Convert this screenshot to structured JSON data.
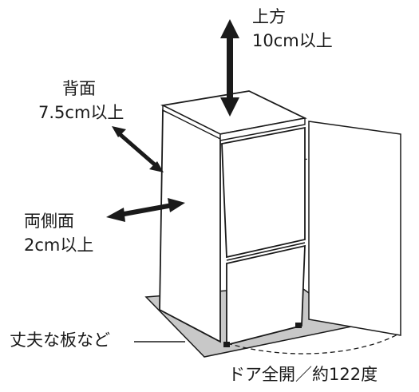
{
  "labels": {
    "top": {
      "title": "上方",
      "value": "10cm以上"
    },
    "back": {
      "title": "背面",
      "value": "7.5cm以上"
    },
    "sides": {
      "title": "両側面",
      "value": "2cm以上"
    },
    "board": "丈夫な板など",
    "door": "ドア全開／約122度"
  },
  "colors": {
    "ink": "#1a1a1a",
    "board": "#c8c8c8",
    "fridge": "#ffffff"
  }
}
